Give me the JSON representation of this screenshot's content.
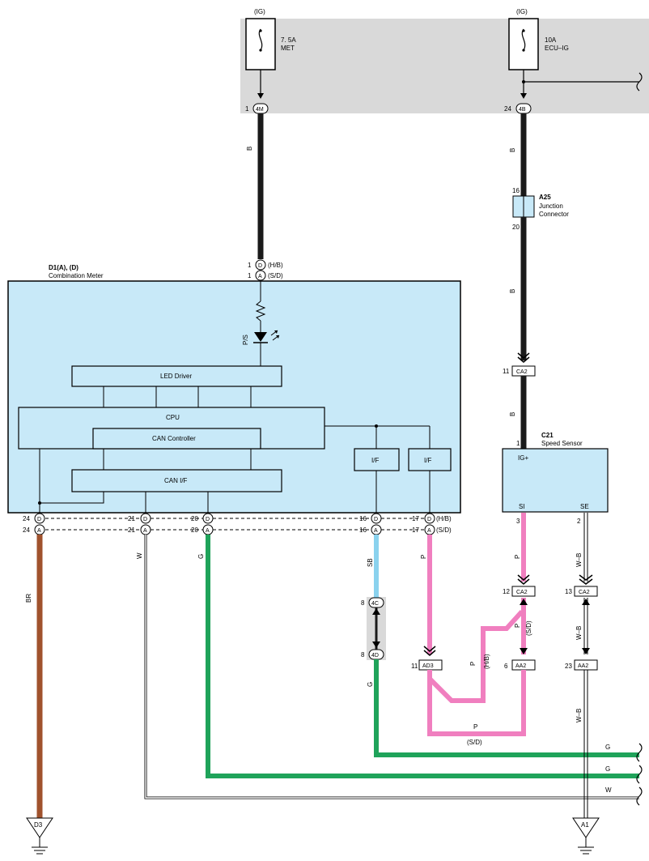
{
  "fuses": [
    {
      "ig": "(IG)",
      "rating": "7. 5A",
      "name": "MET",
      "pin": "1",
      "conn": "4M"
    },
    {
      "ig": "(IG)",
      "rating": "10A",
      "name": "ECU–IG",
      "pin": "24",
      "conn": "4B"
    }
  ],
  "junction": {
    "id": "A25",
    "line1": "Junction",
    "line2": "Connector",
    "pin_top": "16",
    "pin_bottom": "20"
  },
  "meter": {
    "id": "D1(A), (D)",
    "name": "Combination Meter",
    "top_pins": [
      {
        "num": "1",
        "conn": "D",
        "note": "(H/B)"
      },
      {
        "num": "1",
        "conn": "A",
        "note": "(S/D)"
      }
    ],
    "led_label": "P/S",
    "blocks": {
      "led_driver": "LED Driver",
      "cpu": "CPU",
      "can_controller": "CAN Controller",
      "can_if": "CAN I/F",
      "if1": "I/F",
      "if2": "I/F"
    },
    "bottom_d": [
      {
        "num": "24",
        "conn": "D"
      },
      {
        "num": "21",
        "conn": "D"
      },
      {
        "num": "20",
        "conn": "D"
      },
      {
        "num": "16",
        "conn": "D"
      },
      {
        "num": "17",
        "conn": "D",
        "note": "(H/B)"
      }
    ],
    "bottom_a": [
      {
        "num": "24",
        "conn": "A"
      },
      {
        "num": "21",
        "conn": "A"
      },
      {
        "num": "20",
        "conn": "A"
      },
      {
        "num": "16",
        "conn": "A"
      },
      {
        "num": "17",
        "conn": "A",
        "note": "(S/D)"
      }
    ]
  },
  "sensor": {
    "id": "C21",
    "name": "Speed Sensor",
    "pin_ig": "1",
    "ig_label": "IG+",
    "si_label": "SI",
    "se_label": "SE",
    "pin_si": "3",
    "pin_se": "2"
  },
  "connectors": {
    "ca2_b": {
      "pin": "11",
      "label": "CA2"
    },
    "ca2_p": {
      "pin": "12",
      "label": "CA2"
    },
    "ca2_wb": {
      "pin": "13",
      "label": "CA2"
    },
    "aa2_p": {
      "pin": "6",
      "label": "AA2"
    },
    "aa2_wb": {
      "pin": "23",
      "label": "AA2"
    },
    "ad3": {
      "pin": "11",
      "label": "AD3"
    },
    "c4c": {
      "pin": "8",
      "label": "4C"
    },
    "c4d": {
      "pin": "8",
      "label": "4D"
    }
  },
  "wire_colors": {
    "b1": "B",
    "b2": "B",
    "b3": "B",
    "b4": "B",
    "br": "BR",
    "w": "W",
    "g": "G",
    "sb": "SB",
    "g2": "G",
    "p1": "P",
    "p2": "P",
    "p3": "P",
    "p_hb": "P",
    "p_bottom": "P",
    "wb1": "W–B",
    "wb2": "W–B",
    "wb3": "W–B",
    "right_g1": "G",
    "right_g2": "G",
    "right_w": "W"
  },
  "notes": {
    "hb": "(H/B)",
    "sd1": "(S/D)",
    "sd2": "(S/D)"
  },
  "grounds": {
    "left": "D3",
    "right": "A1"
  },
  "colors": {
    "meter_fill": "#c8e9f8",
    "gray_box": "#d9d9d9",
    "black_wire": "#1a1a1a",
    "brown_wire": "#a0522d",
    "green_wire": "#1fa35a",
    "pink_wire": "#f07fbf",
    "blue_wire": "#8ad2ee"
  }
}
